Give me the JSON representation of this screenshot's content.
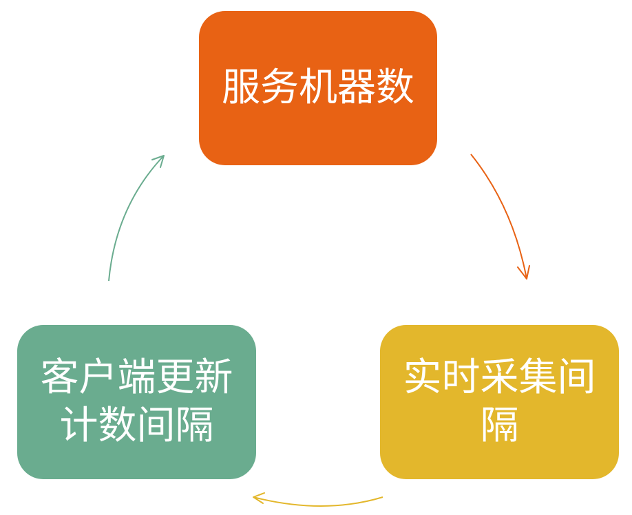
{
  "nodes": {
    "top": {
      "label": "服务机器数",
      "color": "#E86214"
    },
    "right": {
      "label": "实时采集间隔",
      "color": "#E3B72C"
    },
    "left": {
      "label": "客户端更新计数间隔",
      "color": "#6AAC8F"
    }
  },
  "arrows": {
    "top_to_right": {
      "color": "#E86214"
    },
    "right_to_left": {
      "color": "#E3B72C"
    },
    "left_to_top": {
      "color": "#6AAC8F"
    }
  }
}
